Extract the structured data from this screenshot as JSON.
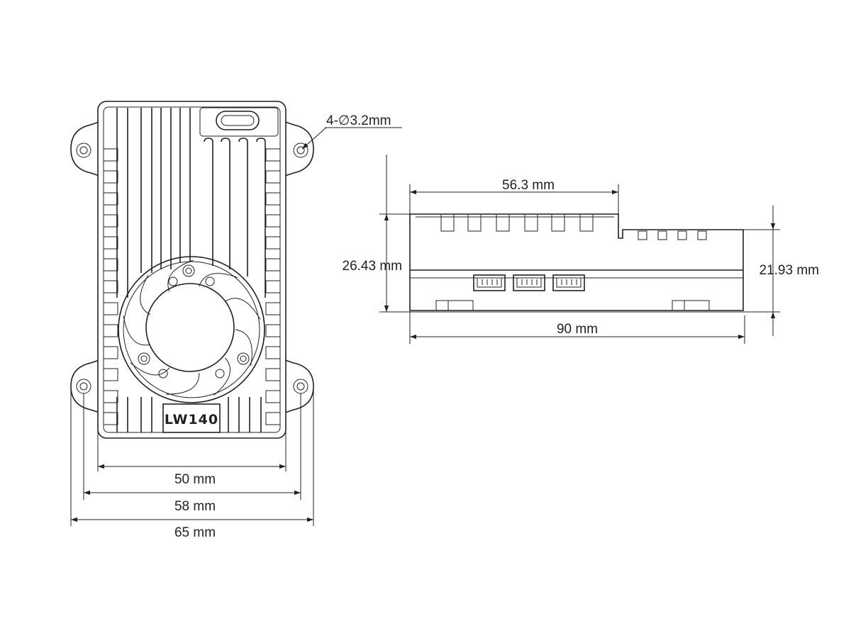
{
  "top_view": {
    "model_label": "LW140",
    "hole_callout": "4-∅3.2mm",
    "width_inner": "50 mm",
    "width_mid": "58 mm",
    "width_outer": "65 mm"
  },
  "side_view": {
    "top_length": "56.3 mm",
    "total_length": "90 mm",
    "height_left": "26.43 mm",
    "height_right": "21.93 mm"
  },
  "colors": {
    "line": "#231f20",
    "background": "#ffffff"
  }
}
